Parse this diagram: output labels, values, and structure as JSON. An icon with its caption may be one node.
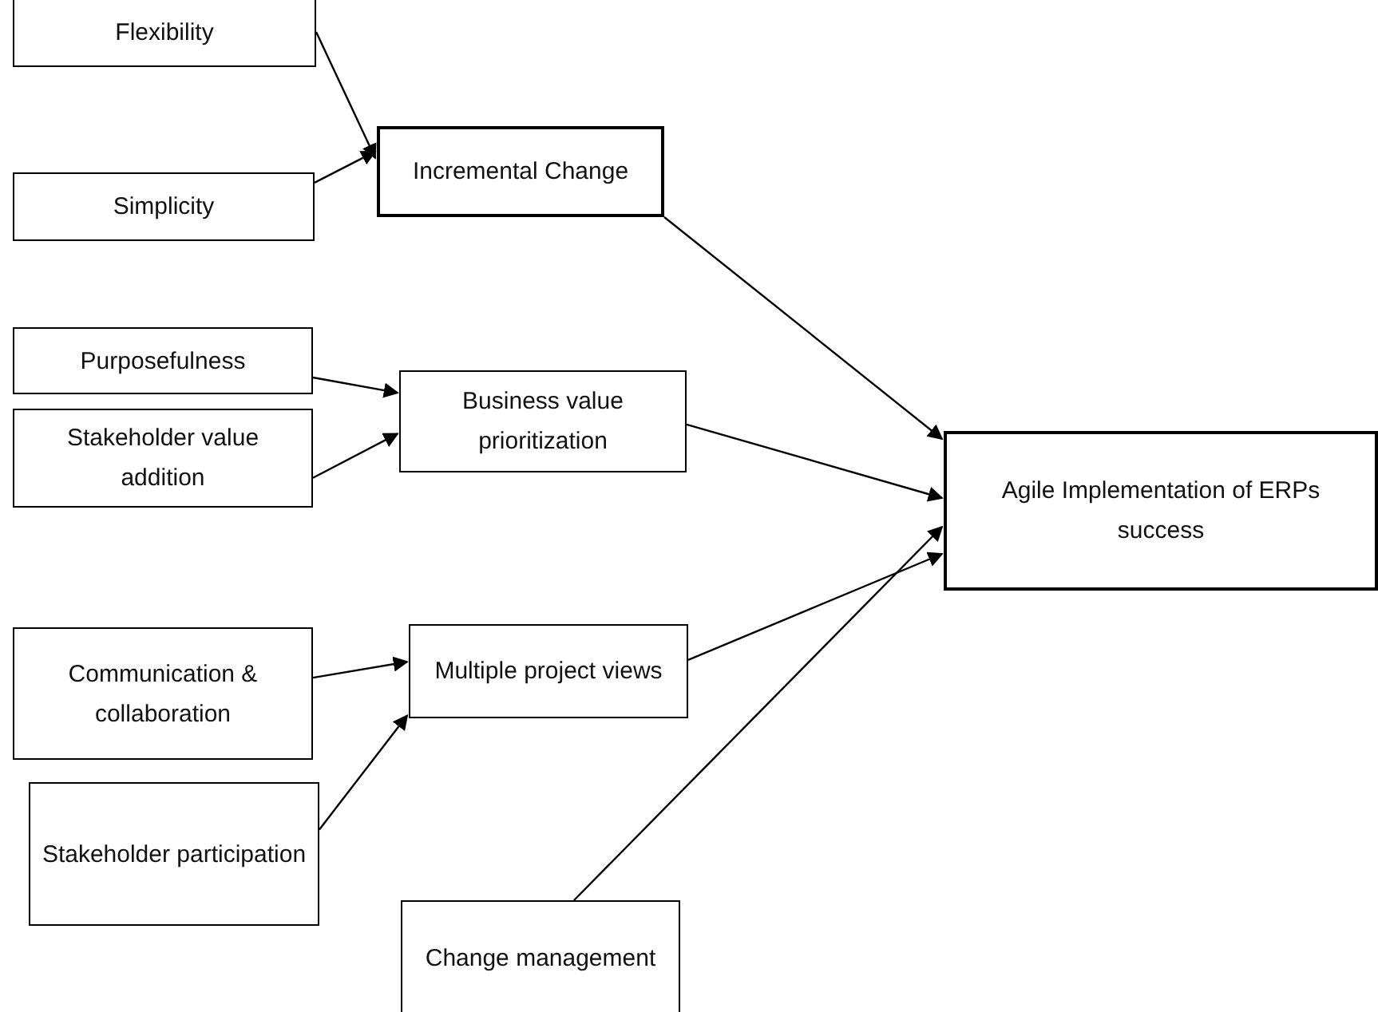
{
  "diagram": {
    "nodes": [
      {
        "text": [
          "Flexibility"
        ]
      },
      {
        "text": [
          "Simplicity"
        ]
      },
      {
        "text": [
          "Incremental Change"
        ]
      },
      {
        "text": [
          "Purposefulness"
        ]
      },
      {
        "text": [
          "Stakeholder value addition"
        ]
      },
      {
        "text": [
          "Business value prioritization"
        ]
      },
      {
        "text": [
          "Agile Implementation of ERPs success"
        ]
      },
      {
        "text": [
          "Communication & collaboration"
        ]
      },
      {
        "text": [
          "Multiple project views"
        ]
      },
      {
        "text": [
          "Stakeholder participation"
        ]
      },
      {
        "text": [
          "Change management"
        ]
      }
    ],
    "edges": [
      {
        "from": 0,
        "to": 2,
        "arrow": "to"
      },
      {
        "from": 1,
        "to": 2,
        "arrow": "to"
      },
      {
        "from": 2,
        "to": 6,
        "arrow": "to"
      },
      {
        "from": 3,
        "to": 5,
        "arrow": "to"
      },
      {
        "from": 4,
        "to": 5,
        "arrow": "to"
      },
      {
        "from": 5,
        "to": 6,
        "arrow": "to"
      },
      {
        "from": 7,
        "to": 8,
        "arrow": "to"
      },
      {
        "from": 9,
        "to": 8,
        "arrow": "to"
      },
      {
        "from": 8,
        "to": 6,
        "arrow": "to"
      },
      {
        "from": 10,
        "to": 6,
        "arrow": "to"
      }
    ]
  }
}
